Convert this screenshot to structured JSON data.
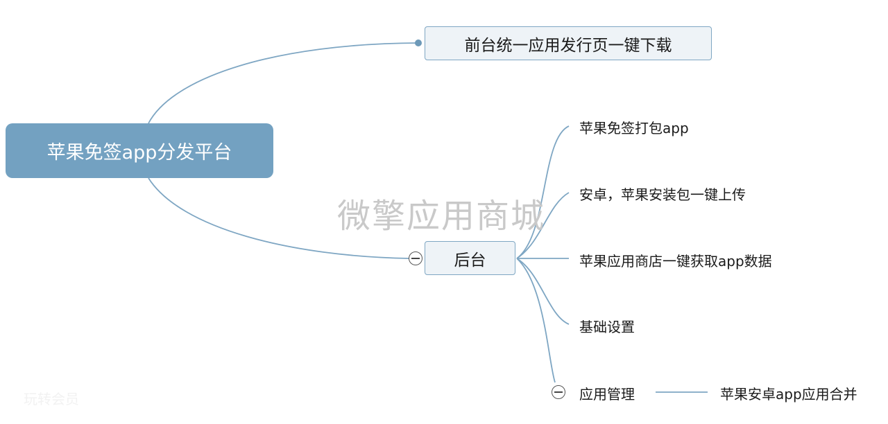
{
  "root": {
    "label": "苹果免签app分发平台"
  },
  "front": {
    "label": "前台统一应用发行页一键下载"
  },
  "back": {
    "label": "后台",
    "children": [
      {
        "label": "苹果免签打包app"
      },
      {
        "label": "安卓，苹果安装包一键上传"
      },
      {
        "label": "苹果应用商店一键获取app数据"
      },
      {
        "label": "基础设置"
      },
      {
        "label": "应用管理",
        "child": "苹果安卓app应用合并"
      }
    ]
  },
  "watermark": "微擎应用商城",
  "watermark_corner": "玩转会员"
}
